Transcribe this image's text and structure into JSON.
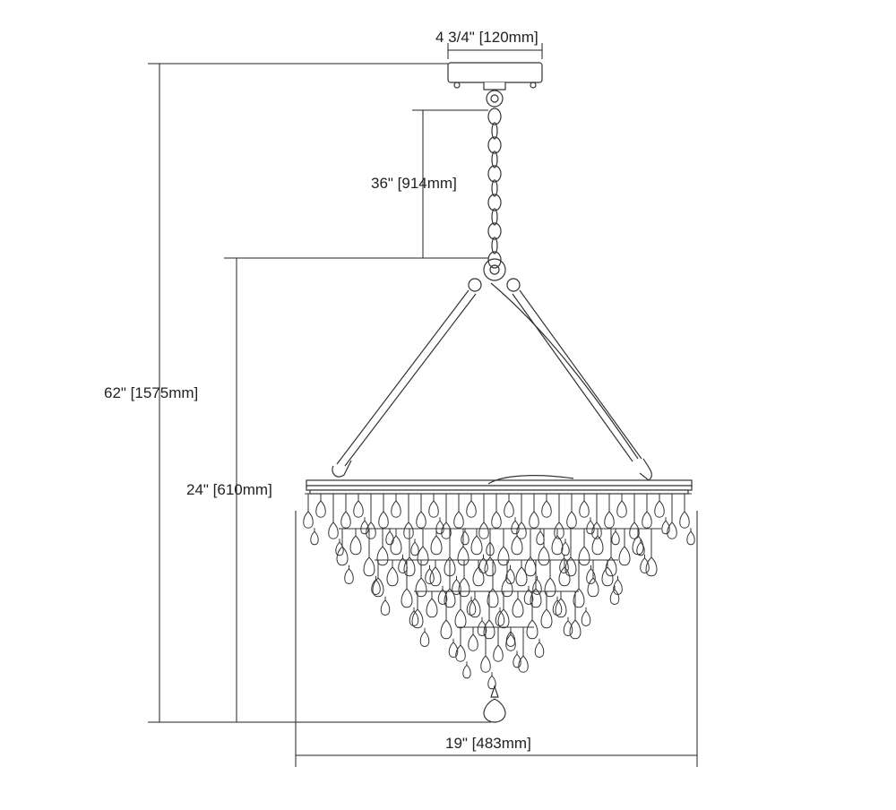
{
  "dimensions": {
    "canopy_width": "4 3/4\" [120mm]",
    "chain_length": "36\" [914mm]",
    "overall_height": "62\" [1575mm]",
    "fixture_height": "24\" [610mm]",
    "fixture_width": "19\" [483mm]"
  },
  "colors": {
    "line": "#222222",
    "fixture": "#333333"
  }
}
